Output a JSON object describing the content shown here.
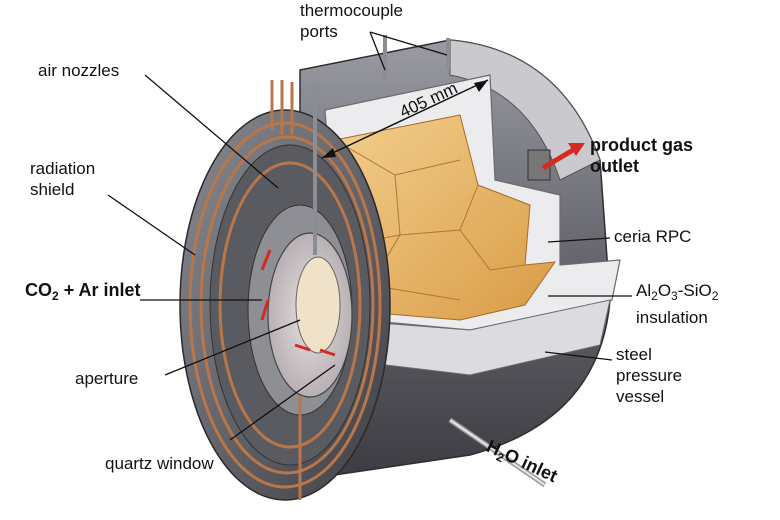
{
  "labels": {
    "thermocouple_1": "thermocouple",
    "thermocouple_2": "ports",
    "air_nozzles": "air nozzles",
    "radiation_1": "radiation",
    "radiation_2": "shield",
    "co2_a": "CO",
    "co2_sub": "2",
    "co2_b": " + Ar inlet",
    "aperture": "aperture",
    "quartz_window": "quartz window",
    "product_1": "product gas",
    "product_2": "outlet",
    "ceria_rpc": "ceria RPC",
    "alumina_a": "Al",
    "alumina_s1": "2",
    "alumina_b": "O",
    "alumina_s2": "3",
    "alumina_c": "-SiO",
    "alumina_s3": "2",
    "insulation": "insulation",
    "steel_1": "steel",
    "steel_2": "pressure",
    "steel_3": "vessel",
    "h2o_a": "H",
    "h2o_sub": "2",
    "h2o_b": "O inlet",
    "dimension": "405 mm"
  },
  "colors": {
    "steel_dark": "#4a4a50",
    "steel_mid": "#7c7c84",
    "steel_light": "#b9b9bf",
    "copper": "#b8764a",
    "ceria": "#e7b466",
    "ceria_light": "#f0c885",
    "insulation": "#e9e9ea",
    "arrow_red": "#d62a20"
  }
}
